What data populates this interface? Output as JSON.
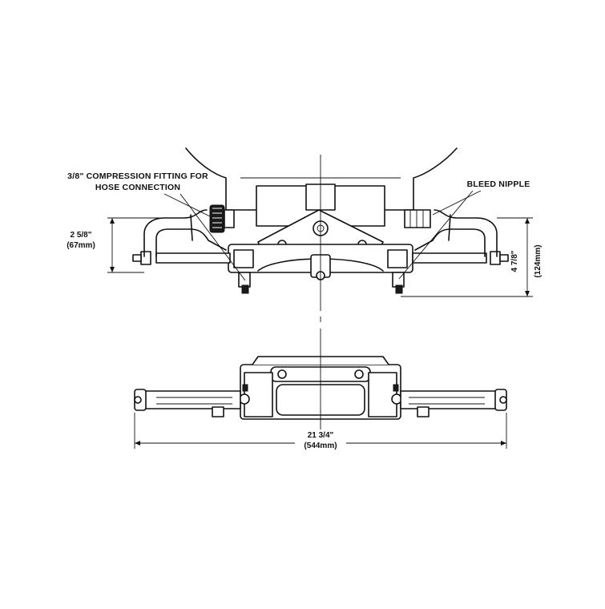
{
  "labels": {
    "compression_fitting_line1": "3/8\" COMPRESSION FITTING FOR",
    "compression_fitting_line2": "HOSE CONNECTION",
    "bleed_nipple": "BLEED NIPPLE"
  },
  "dimensions": {
    "height_left_in": "2 5/8\"",
    "height_left_mm": "(67mm)",
    "height_right_in": "4 7/8\"",
    "height_right_mm": "(124mm)",
    "width_in": "21 3/4\"",
    "width_mm": "(544mm)"
  },
  "colors": {
    "line": "#111111",
    "background": "#ffffff",
    "shade": "#bdbdbd"
  }
}
